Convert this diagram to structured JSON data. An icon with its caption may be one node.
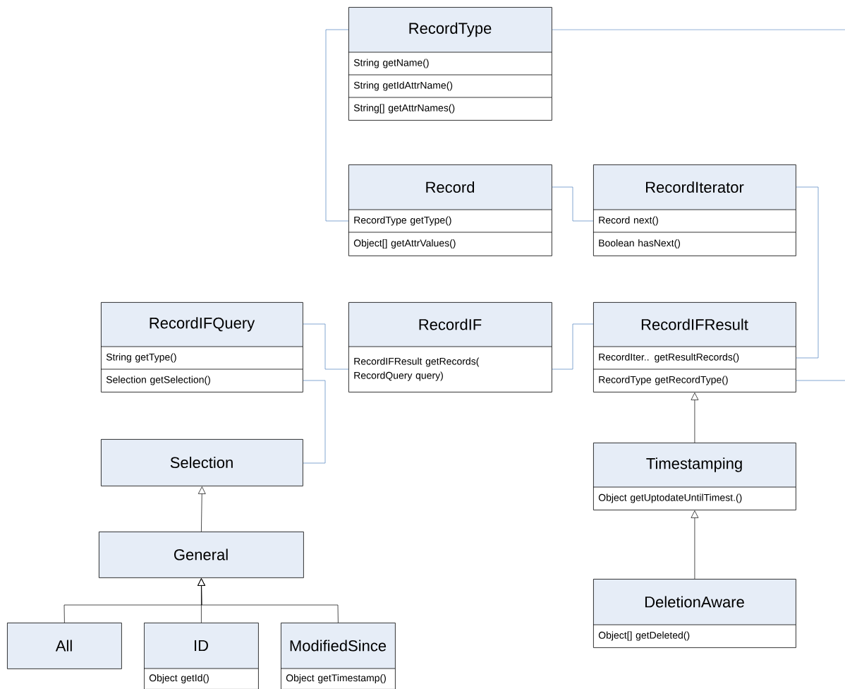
{
  "diagram": {
    "nodes": [
      {
        "text": [
          "RecordType",
          "String getName()",
          "String getIdAttrName()",
          "String[] getAttrNames()"
        ]
      },
      {
        "text": [
          "Record",
          "RecordType getType()",
          "Object[] getAttrValues()"
        ]
      },
      {
        "text": [
          "RecordIterator",
          "Record next()",
          "Boolean hasNext()"
        ]
      },
      {
        "text": [
          "RecordIFQuery",
          "String getType()",
          "Selection getSelection()"
        ]
      },
      {
        "text": [
          "RecordIF",
          "RecordIFResult getRecords( RecordQuery query)"
        ]
      },
      {
        "text": [
          "RecordIFResult",
          "RecordIter.. getResultRecords()",
          "RecordType getRecordType()"
        ]
      },
      {
        "text": [
          "Selection"
        ]
      },
      {
        "text": [
          "Timestamping",
          "Object getUptodateUntilTimest.()"
        ]
      },
      {
        "text": [
          "General"
        ]
      },
      {
        "text": [
          "DeletionAware",
          "Object[] getDeleted()"
        ]
      },
      {
        "text": [
          "All"
        ]
      },
      {
        "text": [
          "ID",
          "Object getId()"
        ]
      },
      {
        "text": [
          "ModifiedSince",
          "Object getTimestamp()"
        ]
      }
    ],
    "edges": [
      {
        "from": 0,
        "to": 1,
        "arrow": "none"
      },
      {
        "from": 0,
        "to": null,
        "arrow": "none"
      },
      {
        "from": 1,
        "to": 2,
        "arrow": "none"
      },
      {
        "from": 2,
        "to": 5,
        "arrow": "none"
      },
      {
        "from": 3,
        "to": 4,
        "arrow": "none"
      },
      {
        "from": 4,
        "to": 5,
        "arrow": "none"
      },
      {
        "from": 5,
        "to": null,
        "arrow": "none"
      },
      {
        "from": 3,
        "to": 6,
        "arrow": "none"
      },
      {
        "from": 7,
        "to": 5,
        "arrow": "to",
        "color": "#000000"
      },
      {
        "from": 9,
        "to": 7,
        "arrow": "to",
        "color": "#000000"
      },
      {
        "from": 8,
        "to": 6,
        "arrow": "to",
        "color": "#000000"
      },
      {
        "from": 10,
        "to": 8,
        "arrow": "to",
        "color": "#000000"
      },
      {
        "from": 11,
        "to": 8,
        "arrow": "to",
        "color": "#000000"
      },
      {
        "from": 12,
        "to": 8,
        "arrow": "to",
        "color": "#000000"
      }
    ]
  }
}
